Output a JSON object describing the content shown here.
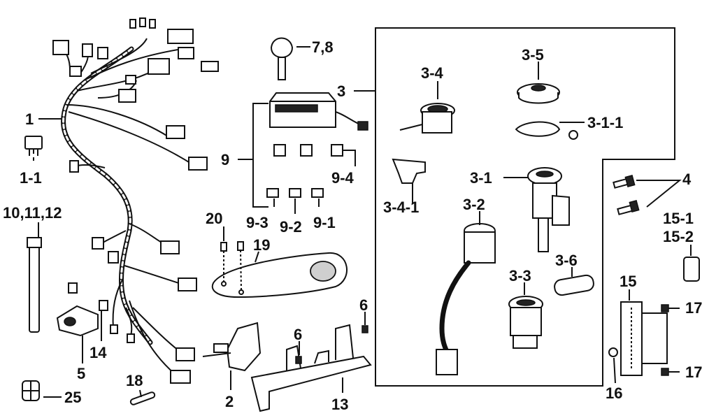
{
  "callouts": {
    "c1": "1",
    "c1_1": "1-1",
    "c10": "10,11,12",
    "c5": "5",
    "c14": "14",
    "c25": "25",
    "c18": "18",
    "c2": "2",
    "c78": "7,8",
    "c9": "9",
    "c9_4": "9-4",
    "c9_3": "9-3",
    "c9_2": "9-2",
    "c9_1": "9-1",
    "c20": "20",
    "c19": "19",
    "c13": "13",
    "c6a": "6",
    "c6b": "6",
    "c3": "3",
    "c3_4": "3-4",
    "c3_5": "3-5",
    "c3_1_1": "3-1-1",
    "c3_4_1": "3-4-1",
    "c3_1": "3-1",
    "c3_2": "3-2",
    "c3_3": "3-3",
    "c3_6": "3-6",
    "c4": "4",
    "c15_1": "15-1",
    "c15_2": "15-2",
    "c15": "15",
    "c17a": "17",
    "c17b": "17",
    "c16": "16"
  }
}
